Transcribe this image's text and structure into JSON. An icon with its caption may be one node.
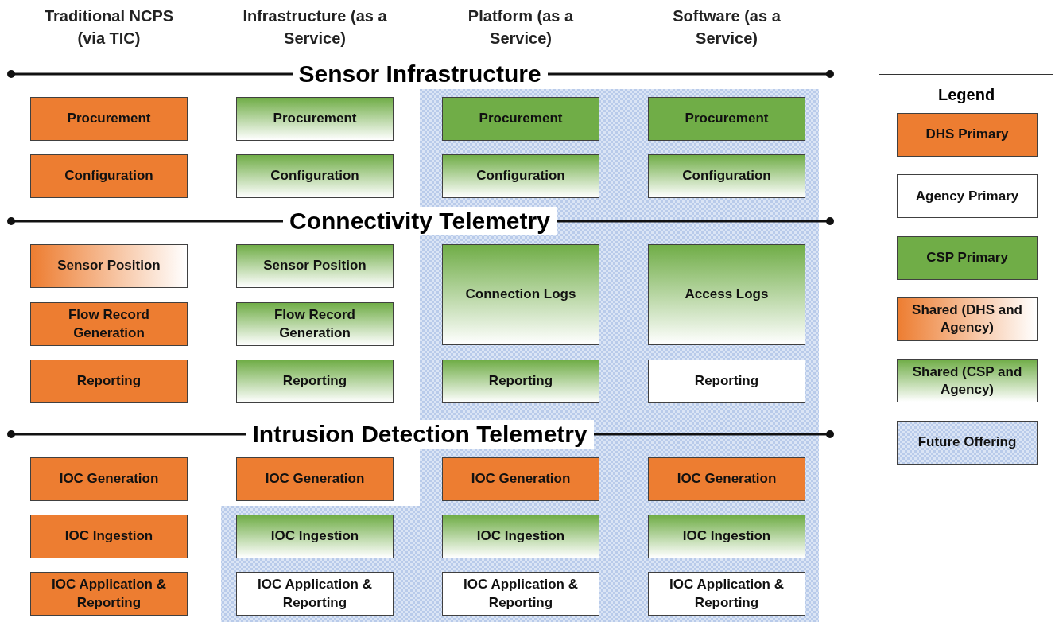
{
  "diagram": {
    "nodes": [
      {
        "text": [
          "Procurement"
        ]
      },
      {
        "text": [
          "Procurement"
        ]
      },
      {
        "text": [
          "Procurement"
        ]
      },
      {
        "text": [
          "Procurement"
        ]
      },
      {
        "text": [
          "Configuration"
        ]
      },
      {
        "text": [
          "Configuration"
        ]
      },
      {
        "text": [
          "Configuration"
        ]
      },
      {
        "text": [
          "Configuration"
        ]
      },
      {
        "text": [
          "Sensor Position"
        ]
      },
      {
        "text": [
          "Sensor Position"
        ]
      },
      {
        "text": [
          "Connection Logs"
        ]
      },
      {
        "text": [
          "Access Logs"
        ]
      },
      {
        "text": [
          "Flow Record Generation"
        ]
      },
      {
        "text": [
          "Flow Record Generation"
        ]
      },
      {
        "text": [
          "Reporting"
        ]
      },
      {
        "text": [
          "Reporting"
        ]
      },
      {
        "text": [
          "Reporting"
        ]
      },
      {
        "text": [
          "Reporting"
        ]
      },
      {
        "text": [
          "IOC Generation"
        ]
      },
      {
        "text": [
          "IOC Generation"
        ]
      },
      {
        "text": [
          "IOC Generation"
        ]
      },
      {
        "text": [
          "IOC Generation"
        ]
      },
      {
        "text": [
          "IOC Ingestion"
        ]
      },
      {
        "text": [
          "IOC Ingestion"
        ]
      },
      {
        "text": [
          "IOC Ingestion"
        ]
      },
      {
        "text": [
          "IOC Ingestion"
        ]
      },
      {
        "text": [
          "IOC Application & Reporting"
        ]
      },
      {
        "text": [
          "IOC Application & Reporting"
        ]
      },
      {
        "text": [
          "IOC Application & Reporting"
        ]
      },
      {
        "text": [
          "IOC Application & Reporting"
        ]
      }
    ],
    "edges": [],
    "labels": [
      "Traditional NCPS (via TIC)",
      "Infrastructure (as a Service)",
      "Platform (as a Service)",
      "Software (as a Service)",
      "Sensor Infrastructure",
      "Connectivity Telemetry",
      "Intrusion Detection Telemetry",
      "Legend"
    ],
    "legend": [
      {
        "text": "DHS Primary",
        "color": "#ed7d31"
      },
      {
        "text": "Agency Primary",
        "color": "#ffffff"
      },
      {
        "text": "CSP Primary",
        "color": "#70ad47"
      },
      {
        "text": "Shared (DHS and Agency)"
      },
      {
        "text": "Shared (CSP and Agency)"
      },
      {
        "text": "Future Offering"
      }
    ]
  }
}
